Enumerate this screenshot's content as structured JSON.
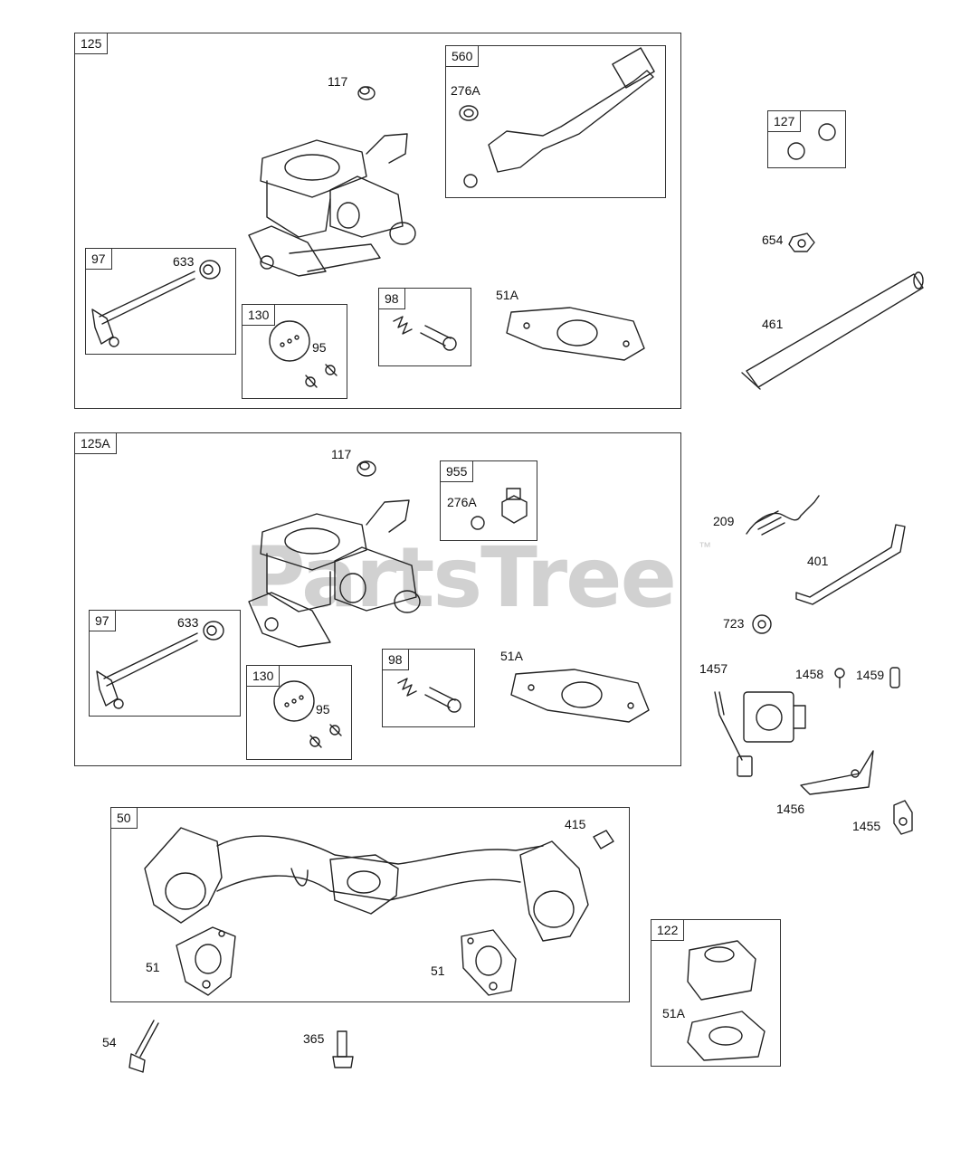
{
  "watermark": {
    "text": "PartsTree",
    "tm": "™"
  },
  "groups": {
    "g125": "125",
    "g560": "560",
    "g127": "127",
    "g97a": "97",
    "g130a": "130",
    "g98a": "98",
    "g125A": "125A",
    "g955": "955",
    "g97b": "97",
    "g130b": "130",
    "g98b": "98",
    "g50": "50",
    "g122": "122"
  },
  "parts": {
    "p117a": "117",
    "p276Aa": "276A",
    "p633a": "633",
    "p95a": "95",
    "p51Aa": "51A",
    "p654": "654",
    "p461": "461",
    "p117b": "117",
    "p276Ab": "276A",
    "p633b": "633",
    "p95b": "95",
    "p51Ab": "51A",
    "p209": "209",
    "p401": "401",
    "p723": "723",
    "p1457": "1457",
    "p1458": "1458",
    "p1459": "1459",
    "p1456": "1456",
    "p1455": "1455",
    "p415": "415",
    "p51a": "51",
    "p51b": "51",
    "p51Ac": "51A",
    "p54": "54",
    "p365": "365"
  }
}
